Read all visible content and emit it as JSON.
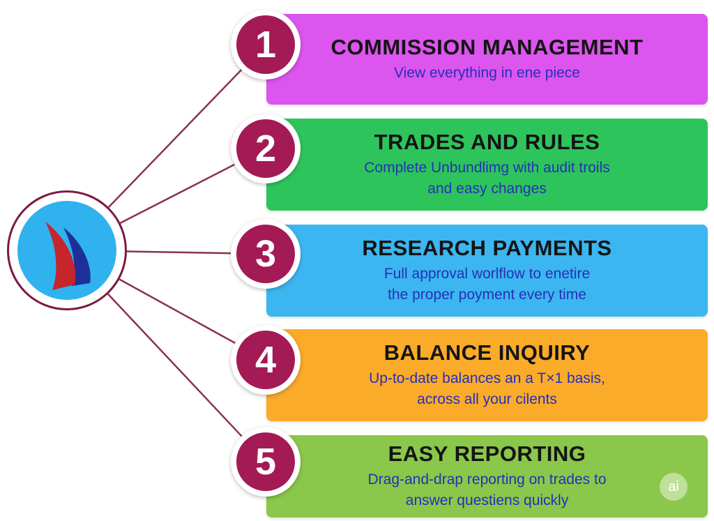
{
  "brand": {
    "logo_icon": "sailboat-logo-icon",
    "colors": {
      "hub_ring": "#7d1a3e",
      "hub_fill": "#2fb2ee",
      "sail_red": "#c4262c",
      "sail_blue": "#1e2f9a",
      "badge": "#a31a54",
      "connector": "#8a3150"
    }
  },
  "steps": [
    {
      "number": "1",
      "title": "COMMISSION MANAGEMENT",
      "lines": [
        "View everything in ene piece"
      ],
      "color": "#dc55ee"
    },
    {
      "number": "2",
      "title": "TRADES AND RULES",
      "lines": [
        "Complete Unbundlimg with audit troils",
        "and easy changes"
      ],
      "color": "#2ec45c"
    },
    {
      "number": "3",
      "title": "RESEARCH PAYMENTS",
      "lines": [
        "Full approval worlflow to enetire",
        "the proper poyment every time"
      ],
      "color": "#3cb6f0"
    },
    {
      "number": "4",
      "title": "BALANCE INQUIRY",
      "lines": [
        "Up-to-date balances an a T×1 basis,",
        "across all your cilents"
      ],
      "color": "#fbab2a"
    },
    {
      "number": "5",
      "title": "EASY REPORTING",
      "lines": [
        "Drag-and-drap reporting on trades to",
        "answer questiens quickly"
      ],
      "color": "#8bc74a"
    }
  ],
  "watermark": "ai"
}
